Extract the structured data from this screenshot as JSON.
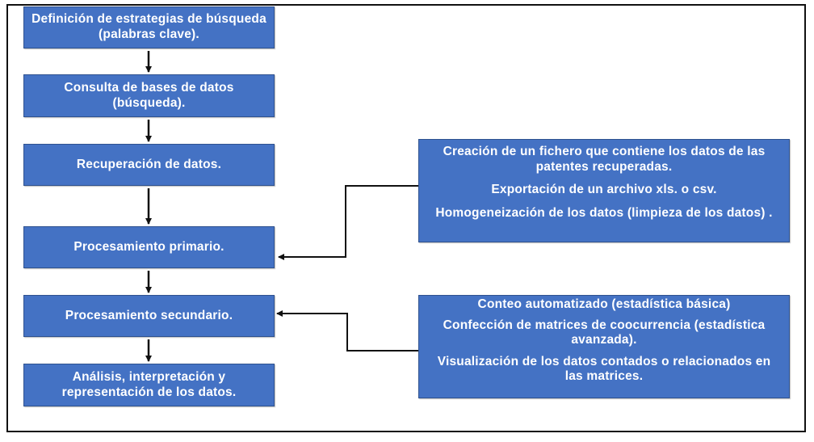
{
  "steps": [
    "Definición de estrategias de búsqueda (palabras clave).",
    "Consulta de bases de datos (búsqueda).",
    "Recuperación de datos.",
    "Procesamiento primario.",
    "Procesamiento secundario.",
    "Análisis, interpretación y representación de los datos."
  ],
  "primary_details": [
    "Creación de un fichero que contiene los datos de las patentes recuperadas.",
    "Exportación de un archivo xls. o csv.",
    "Homogeneización de los datos (limpieza de los datos) ."
  ],
  "secondary_details": [
    "Conteo automatizado (estadística básica)",
    "Confección de matrices de coocurrencia (estadística avanzada).",
    "Visualización de los datos contados o relacionados en las matrices."
  ],
  "colors": {
    "box_fill": "#4472c4",
    "box_border": "#2f528f",
    "text": "#ffffff",
    "connector": "#111111"
  }
}
